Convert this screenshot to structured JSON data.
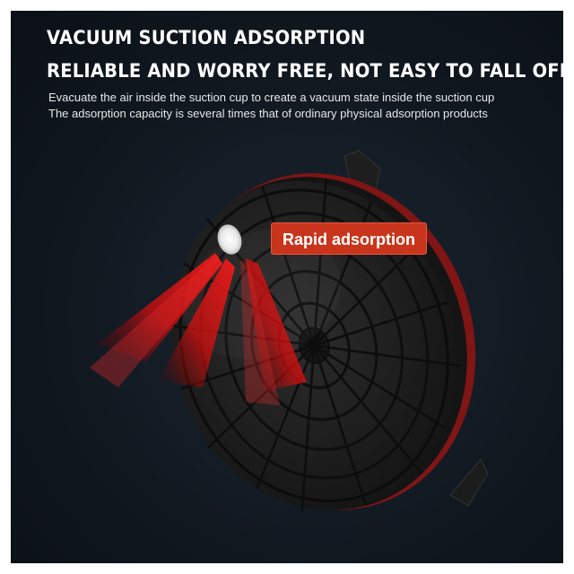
{
  "headline": {
    "line1": "VACUUM SUCTION ADSORPTION",
    "line2": "RELIABLE AND WORRY FREE, NOT EASY TO FALL OFF"
  },
  "description": {
    "line1": "Evacuate the air inside the suction cup to create a vacuum state inside the suction cup",
    "line2": "The adsorption capacity is several times that of ordinary physical adsorption products"
  },
  "callout": {
    "label": "Rapid adsorption"
  },
  "colors": {
    "background": "#111820",
    "accent_red": "#c9341c",
    "rim_red": "#9b1c1c",
    "cup_black": "#1a1a1a"
  }
}
